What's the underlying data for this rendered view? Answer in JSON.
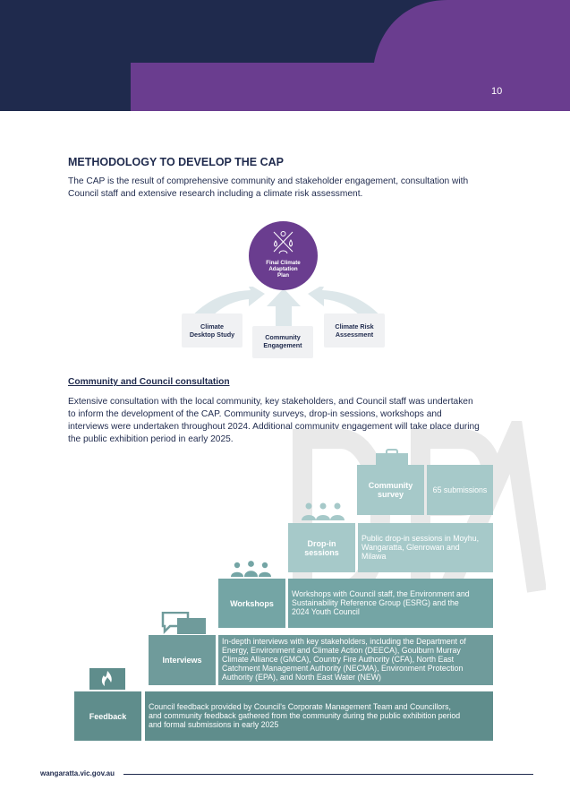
{
  "page": {
    "number": "10",
    "footer_url": "wangaratta.vic.gov.au"
  },
  "colors": {
    "navy": "#1f2a4d",
    "purple": "#6a3d8f",
    "teal_dark": "#5f8d8c",
    "teal_mid": "#74a5a5",
    "teal_light": "#a6c9c9",
    "arrow_light": "#dde7ea"
  },
  "section": {
    "title": "METHODOLOGY TO DEVELOP THE CAP",
    "intro_line1": "The CAP is the result of comprehensive community and stakeholder engagement, consultation with",
    "intro_line2": "Council staff and extensive research including a climate risk assessment."
  },
  "diagram": {
    "hub_line1": "Final Climate",
    "hub_line2": "Adaptation",
    "hub_line3": "Plan",
    "hub_icon": "climate-hazards-icon",
    "inputs": [
      {
        "line1": "Climate",
        "line2": "Desktop Study"
      },
      {
        "line1": "Community",
        "line2": "Engagement"
      },
      {
        "line1": "Climate Risk",
        "line2": "Assessment"
      }
    ]
  },
  "consultation": {
    "title": "Community and Council consultation",
    "line1": "Extensive consultation with the local community, key stakeholders, and Council staff was undertaken",
    "line2": "to inform the development of the CAP. Community surveys, drop-in sessions, workshops and",
    "line3": "interviews were undertaken throughout 2024. Additional community engagement will take place during",
    "line4": "the public exhibition period in early 2025."
  },
  "stairs": [
    {
      "label_line1": "Community",
      "label_line2": "survey",
      "icon": "clipboard-icon",
      "desc_lines": [
        "65 submissions"
      ]
    },
    {
      "label_line1": "Drop-in",
      "label_line2": "sessions",
      "icon": "people-icon",
      "desc_lines": [
        "Public drop-in sessions in Moyhu,",
        "Wangaratta, Glenrowan and",
        "Milawa"
      ]
    },
    {
      "label_line1": "Workshops",
      "label_line2": "",
      "icon": "group-icon",
      "desc_lines": [
        "Workshops with Council staff, the Environment and",
        "Sustainability Reference Group (ESRG) and the",
        "2024 Youth Council"
      ]
    },
    {
      "label_line1": "Interviews",
      "label_line2": "",
      "icon": "chat-bubbles-icon",
      "desc_lines": [
        "In-depth interviews with key stakeholders, including the Department of",
        "Energy, Environment and Climate Action (DEECA), Goulburn Murray",
        "Climate Alliance (GMCA), Country Fire Authority (CFA), North East",
        "Catchment Management Authority (NECMA), Environment Protection",
        "Authority (EPA), and North East Water (NEW)"
      ]
    },
    {
      "label_line1": "Feedback",
      "label_line2": "",
      "icon": "flame-icon",
      "desc_lines": [
        "Council feedback provided by Council's Corporate Management Team and Councillors,",
        "and community feedback gathered from the community during the public exhibition period",
        "and formal submissions in early 2025"
      ]
    }
  ]
}
